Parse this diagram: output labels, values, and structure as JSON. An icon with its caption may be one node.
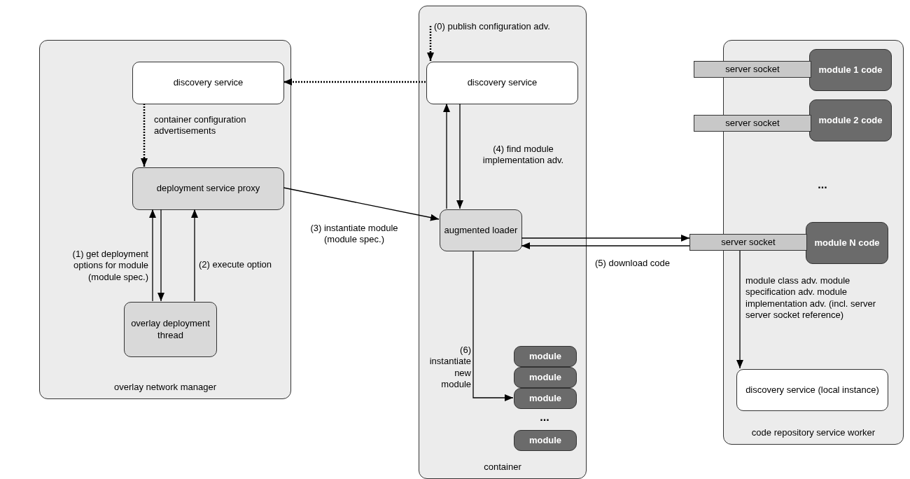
{
  "diagram": {
    "nodes": [
      {
        "text": [
          "overlay network manager"
        ]
      },
      {
        "text": [
          "discovery service"
        ],
        "in": 0
      },
      {
        "text": [
          "deployment service proxy"
        ],
        "in": 0
      },
      {
        "text": [
          "overlay deployment thread"
        ],
        "in": 0
      },
      {
        "text": [
          "container"
        ]
      },
      {
        "text": [
          "discovery service"
        ],
        "in": 4
      },
      {
        "text": [
          "augmented loader"
        ],
        "in": 4
      },
      {
        "text": [
          "module"
        ],
        "in": 4
      },
      {
        "text": [
          "module"
        ],
        "in": 4
      },
      {
        "text": [
          "module"
        ],
        "in": 4
      },
      {
        "text": [
          "module"
        ],
        "in": 4
      },
      {
        "text": [
          "code repository service worker"
        ]
      },
      {
        "text": [
          "server socket"
        ]
      },
      {
        "text": [
          "module 1 code"
        ],
        "in": 11
      },
      {
        "text": [
          "server socket"
        ]
      },
      {
        "text": [
          "module 2 code"
        ],
        "in": 11
      },
      {
        "text": [
          "server socket"
        ]
      },
      {
        "text": [
          "module N code"
        ],
        "in": 11
      },
      {
        "text": [
          "discovery service (local instance)"
        ],
        "in": 11
      }
    ],
    "edges": [
      {
        "from": null,
        "to": 5,
        "arrow": "to",
        "style": "dashed",
        "label": "(0) publish configuration adv."
      },
      {
        "from": 5,
        "to": 1,
        "arrow": "to",
        "style": "dashed"
      },
      {
        "from": 1,
        "to": 2,
        "arrow": "to",
        "style": "dashed",
        "label": "container configuration advertisements"
      },
      {
        "from": 3,
        "to": 2,
        "arrow": "to",
        "label": "(1) get deployment options for module (module spec.)"
      },
      {
        "from": 2,
        "to": 3,
        "arrow": "to"
      },
      {
        "from": 3,
        "to": 2,
        "arrow": "to",
        "label": "(2) execute option"
      },
      {
        "from": 2,
        "to": 6,
        "arrow": "to",
        "label": "(3) instantiate module (module spec.)"
      },
      {
        "from": 6,
        "to": 5,
        "arrow": "to"
      },
      {
        "from": 5,
        "to": 6,
        "arrow": "to",
        "label": "(4) find module implementation adv."
      },
      {
        "from": 6,
        "to": 16,
        "arrow": "to"
      },
      {
        "from": 16,
        "to": 6,
        "arrow": "to",
        "label": "(5) download code"
      },
      {
        "from": 6,
        "to": 9,
        "arrow": "to",
        "label": "(6) instantiate new module"
      },
      {
        "from": 16,
        "to": 18,
        "arrow": "to",
        "label": "module class adv. module specification adv. module implementation adv. (incl. server server socket reference)"
      }
    ],
    "labels": [
      "...",
      "..."
    ]
  }
}
